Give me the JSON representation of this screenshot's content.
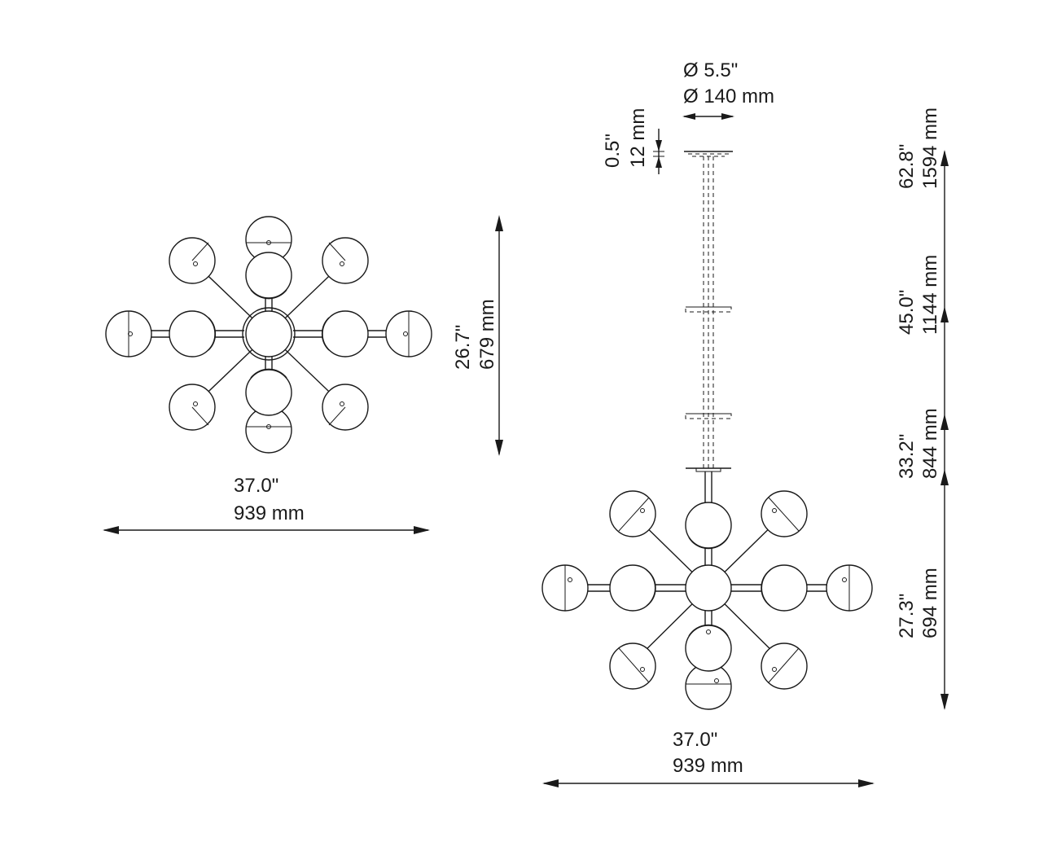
{
  "top_view": {
    "width_in": "37.0\"",
    "width_mm": "939 mm",
    "depth_in": "26.7\"",
    "depth_mm": "679 mm"
  },
  "side_view": {
    "canopy_diameter_in": "Ø 5.5\"",
    "canopy_diameter_mm": "Ø 140 mm",
    "canopy_height_in": "0.5\"",
    "canopy_height_mm": "12 mm",
    "total_height_in": "62.8\"",
    "total_height_mm": "1594 mm",
    "rod_segment_1_in": "45.0\"",
    "rod_segment_1_mm": "1144 mm",
    "rod_segment_2_in": "33.2\"",
    "rod_segment_2_mm": "844 mm",
    "fixture_height_in": "27.3\"",
    "fixture_height_mm": "694 mm",
    "width_in": "37.0\"",
    "width_mm": "939 mm"
  }
}
